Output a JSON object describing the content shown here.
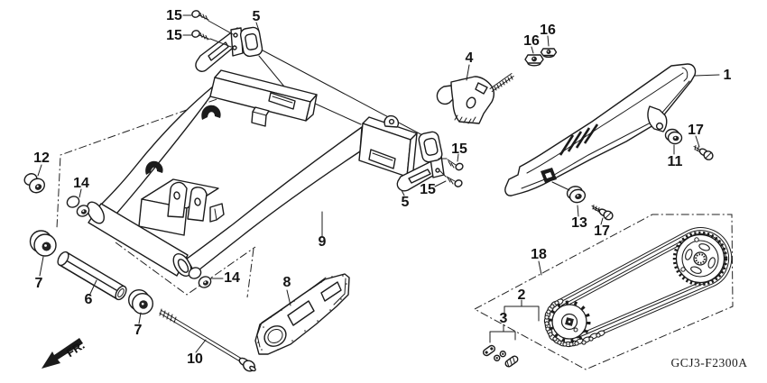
{
  "diagram": {
    "code": "GCJ3-F2300A",
    "direction_label": "FR.",
    "colors": {
      "background": "#ffffff",
      "line": "#1b1b1b"
    },
    "callouts": [
      {
        "text": "15"
      },
      {
        "text": "15"
      },
      {
        "text": "5"
      },
      {
        "text": "4"
      },
      {
        "text": "16"
      },
      {
        "text": "16"
      },
      {
        "text": "1"
      },
      {
        "text": "17"
      },
      {
        "text": "11"
      },
      {
        "text": "12"
      },
      {
        "text": "14"
      },
      {
        "text": "15"
      },
      {
        "text": "15"
      },
      {
        "text": "5"
      },
      {
        "text": "13"
      },
      {
        "text": "17"
      },
      {
        "text": "7"
      },
      {
        "text": "6"
      },
      {
        "text": "7"
      },
      {
        "text": "14"
      },
      {
        "text": "9"
      },
      {
        "text": "8"
      },
      {
        "text": "10"
      },
      {
        "text": "18"
      },
      {
        "text": "2"
      },
      {
        "text": "3"
      }
    ]
  }
}
